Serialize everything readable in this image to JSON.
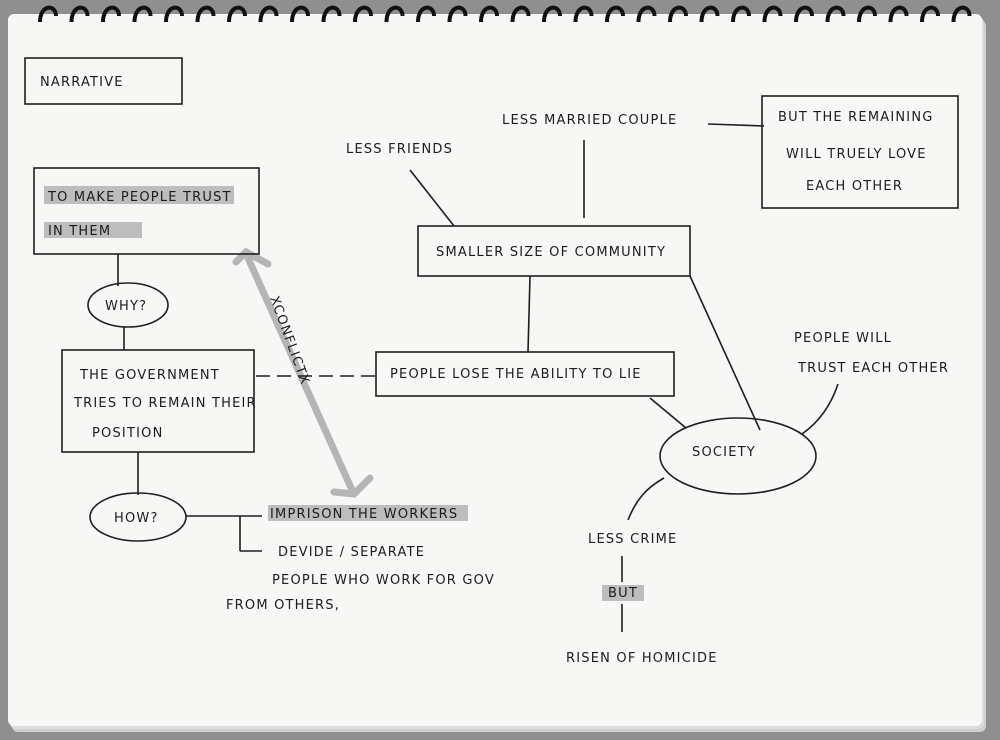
{
  "diagram": {
    "title": "NARRATIVE",
    "goal_text": [
      "TO MAKE PEOPLE TRUST",
      "IN THEM"
    ],
    "why": "WHY?",
    "government_text": [
      "THE GOVERNMENT",
      "TRIES TO REMAIN THEIR",
      "POSITION"
    ],
    "how": "HOW?",
    "imprison": "IMPRISON THE WORKERS",
    "divide_text": [
      "DEVIDE / SEPARATE",
      "PEOPLE WHO WORK FOR GOV",
      "FROM OTHERS,"
    ],
    "conflict": "XCONFLICTX",
    "lose_ability": "PEOPLE LOSE THE ABILITY TO LIE",
    "smaller_community": "SMALLER SIZE OF COMMUNITY",
    "less_friends": "LESS FRIENDS",
    "less_married": "LESS MARRIED COUPLE",
    "remaining_text": [
      "BUT THE REMAINING",
      "WILL TRUELY LOVE",
      "EACH OTHER"
    ],
    "society": "SOCIETY",
    "trust_each_other": [
      "PEOPLE WILL",
      "TRUST EACH OTHER"
    ],
    "less_crime": "LESS CRIME",
    "but": "BUT",
    "homicide": "RISEN OF HOMICIDE"
  },
  "colors": {
    "ink": "#1c1c1c",
    "paper": "#f7f7f5",
    "highlighter": "#bdbdbd",
    "background": "#8f8f8f"
  }
}
